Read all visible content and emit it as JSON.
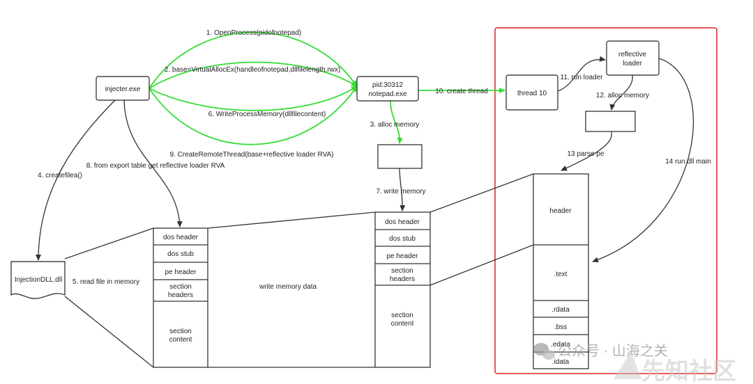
{
  "nodes": {
    "injecter": "injecter.exe",
    "notepad_pid": "pid:30312",
    "notepad_exe": "notepad.exe",
    "thread": "thread 10",
    "reflective_line1": "reflective",
    "reflective_line2": "loader",
    "injection_dll": "InjectionDLL.dll"
  },
  "steps": {
    "s1": "1. OpenProcess(pidofnotepad)",
    "s2": "2. base=VirtualAllocEx(handleofnotepad,dllfilelength,rwx)",
    "s3": "3. alloc memory",
    "s4": "4. createfilea()",
    "s5": "5. read file in memory",
    "s6": "6. WriteProcessMemory(dllfilecontent)",
    "s7": "7. write memory",
    "s8": "8. from export table get reflective loader RVA",
    "s9": "9. CreateRemoteThread(base+reflective loader RVA)",
    "s10": "10. create thread",
    "s11": "11. run loader",
    "s12": "12. alloc memory",
    "s13": "13 parse pe",
    "s14": "14 run dll main"
  },
  "middle_label": "write memory  data",
  "pe_file": {
    "dos_header": "dos header",
    "dos_stub": "dos stub",
    "pe_header": "pe header",
    "section_headers_1": "section",
    "section_headers_2": "headers",
    "section_content_1": "section",
    "section_content_2": "content"
  },
  "pe_remote": {
    "dos_header": "dos header",
    "dos_stub": "dos stub",
    "pe_header": "pe header",
    "section_headers_1": "section",
    "section_headers_2": "headers",
    "section_content_1": "section",
    "section_content_2": "content"
  },
  "pe_loaded": {
    "header": "header",
    "text": ".text",
    "rdata": ".rdata",
    "bss": ".bss",
    "edata": ".edata",
    "idata": ".idata"
  },
  "watermark": {
    "wechat": "公众号 · 山海之关",
    "site": "先知社区"
  },
  "colors": {
    "green_edges": "#33dd33",
    "red_frame": "#e02020",
    "black_edges": "#333333"
  }
}
